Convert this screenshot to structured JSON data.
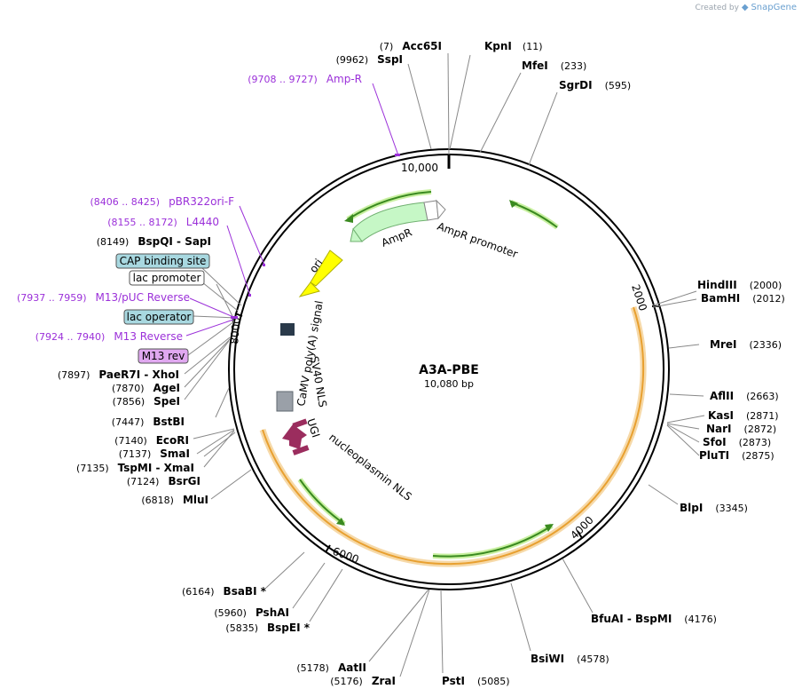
{
  "watermark": {
    "prefix": "Created by",
    "brand": "SnapGene"
  },
  "plasmid": {
    "name": "A3A-PBE",
    "length_label": "10,080 bp",
    "length": 10080
  },
  "ring_ticks": [
    "10,000",
    "2000",
    "4000",
    "6000",
    "8000"
  ],
  "sites": [
    {
      "name": "Acc65I",
      "pos": "(7)"
    },
    {
      "name": "KpnI",
      "pos": "(11)"
    },
    {
      "name": "SspI",
      "pos": "(9962)"
    },
    {
      "name": "MfeI",
      "pos": "(233)"
    },
    {
      "name": "SgrDI",
      "pos": "(595)"
    },
    {
      "name": "HindIII",
      "pos": "(2000)"
    },
    {
      "name": "BamHI",
      "pos": "(2012)"
    },
    {
      "name": "MreI",
      "pos": "(2336)"
    },
    {
      "name": "AflII",
      "pos": "(2663)"
    },
    {
      "name": "KasI",
      "pos": "(2871)"
    },
    {
      "name": "NarI",
      "pos": "(2872)"
    },
    {
      "name": "SfoI",
      "pos": "(2873)"
    },
    {
      "name": "PluTI",
      "pos": "(2875)"
    },
    {
      "name": "BlpI",
      "pos": "(3345)"
    },
    {
      "name": "BfuAI  -  BspMI",
      "pos": "(4176)"
    },
    {
      "name": "BsiWI",
      "pos": "(4578)"
    },
    {
      "name": "PstI",
      "pos": "(5085)"
    },
    {
      "name": "ZraI",
      "pos": "(5176)"
    },
    {
      "name": "AatII",
      "pos": "(5178)"
    },
    {
      "name": "BspEI *",
      "pos": "(5835)"
    },
    {
      "name": "PshAI",
      "pos": "(5960)"
    },
    {
      "name": "BsaBI *",
      "pos": "(6164)"
    },
    {
      "name": "MluI",
      "pos": "(6818)"
    },
    {
      "name": "BsrGI",
      "pos": "(7124)"
    },
    {
      "name": "TspMI  -  XmaI",
      "pos": "(7135)"
    },
    {
      "name": "SmaI",
      "pos": "(7137)"
    },
    {
      "name": "EcoRI",
      "pos": "(7140)"
    },
    {
      "name": "BstBI",
      "pos": "(7447)"
    },
    {
      "name": "SpeI",
      "pos": "(7856)"
    },
    {
      "name": "AgeI",
      "pos": "(7870)"
    },
    {
      "name": "PaeR7I  -  XhoI",
      "pos": "(7897)"
    },
    {
      "name": "BspQI  -  SapI",
      "pos": "(8149)"
    }
  ],
  "primers": [
    {
      "name": "Amp-R",
      "range": "(9708 .. 9727)"
    },
    {
      "name": "pBR322ori-F",
      "range": "(8406 .. 8425)"
    },
    {
      "name": "L4440",
      "range": "(8155 .. 8172)"
    },
    {
      "name": "M13/pUC Reverse",
      "range": "(7937 .. 7959)"
    },
    {
      "name": "M13 Reverse",
      "range": "(7924 .. 7940)"
    }
  ],
  "boxed_features": [
    {
      "name": "CAP binding site",
      "color": "#a8d8e0"
    },
    {
      "name": "lac promoter",
      "color": "#ffffff"
    },
    {
      "name": "lac operator",
      "color": "#a8d8e0"
    },
    {
      "name": "M13 rev",
      "color": "#e0a8f0"
    }
  ],
  "features": [
    "AmpR",
    "AmpR promoter",
    "ori",
    "CaMV poly(A) signal",
    "SV40 NLS",
    "UGI",
    "nucleoplasmin NLS"
  ],
  "colors": {
    "primer": "#9b30d9",
    "amp": "#c6f7c6",
    "ori": "#ffff00",
    "ugi": "#9b2d5e",
    "orf": "#f0a030",
    "arrow": "#4aa020"
  }
}
